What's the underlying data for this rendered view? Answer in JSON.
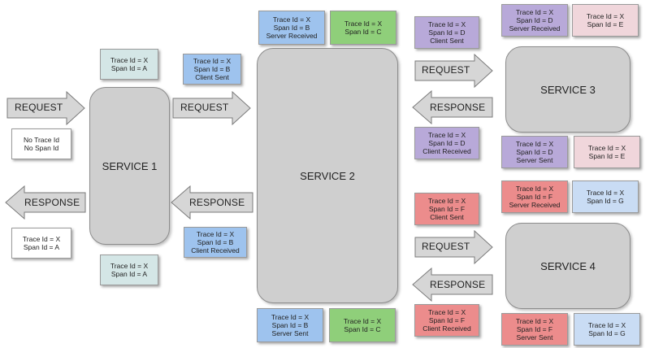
{
  "colors": {
    "service_fill": "#cfcfcf",
    "arrow_fill": "#d6d6d6",
    "note_teal": "#d4e6e6",
    "note_blue": "#9ec3ee",
    "note_green": "#8fcf7a",
    "note_purple": "#b8a9d9",
    "note_pink": "#f0d6db",
    "note_red": "#ec8c8c",
    "note_lightblue": "#c9dcf4",
    "note_white": "#ffffff"
  },
  "services": {
    "s1": "SERVICE 1",
    "s2": "SERVICE 2",
    "s3": "SERVICE 3",
    "s4": "SERVICE 4"
  },
  "arrows": {
    "a1": "REQUEST",
    "a2": "REQUEST",
    "a3": "RESPONSE",
    "a4": "RESPONSE",
    "a5": "REQUEST",
    "a6": "RESPONSE",
    "a7": "REQUEST",
    "a8": "RESPONSE"
  },
  "notes": {
    "n1": [
      "Trace Id = X",
      "Span Id = A"
    ],
    "n2": [
      "No Trace Id",
      "No Span Id"
    ],
    "n3": [
      "Trace Id = X",
      "Span Id = A"
    ],
    "n4": [
      "Trace Id = X",
      "Span Id = A"
    ],
    "n5": [
      "Trace Id = X",
      "Span Id = B",
      "Client Sent"
    ],
    "n6": [
      "Trace Id = X",
      "Span Id = B",
      "Client Received"
    ],
    "n7": [
      "Trace Id = X",
      "Span Id = B",
      "Server Received"
    ],
    "n8": [
      "Trace Id = X",
      "Span Id = C"
    ],
    "n9": [
      "Trace Id = X",
      "Span Id = B",
      "Server Sent"
    ],
    "n10": [
      "Trace Id = X",
      "Span Id = C"
    ],
    "n11": [
      "Trace Id = X",
      "Span Id = D",
      "Client Sent"
    ],
    "n12": [
      "Trace Id = X",
      "Span Id = D",
      "Client Received"
    ],
    "n13": [
      "Trace Id = X",
      "Span Id = D",
      "Server Received"
    ],
    "n14": [
      "Trace Id = X",
      "Span Id = E"
    ],
    "n15": [
      "Trace Id = X",
      "Span Id = D",
      "Server Sent"
    ],
    "n16": [
      "Trace Id = X",
      "Span Id = E"
    ],
    "n17": [
      "Trace Id = X",
      "Span Id = F",
      "Client Sent"
    ],
    "n18": [
      "Trace Id = X",
      "Span Id = F",
      "Client Received"
    ],
    "n19": [
      "Trace Id = X",
      "Span Id = F",
      "Server Received"
    ],
    "n20": [
      "Trace Id = X",
      "Span Id = G"
    ],
    "n21": [
      "Trace Id = X",
      "Span Id = F",
      "Server Sent"
    ],
    "n22": [
      "Trace Id = X",
      "Span Id = G"
    ]
  }
}
